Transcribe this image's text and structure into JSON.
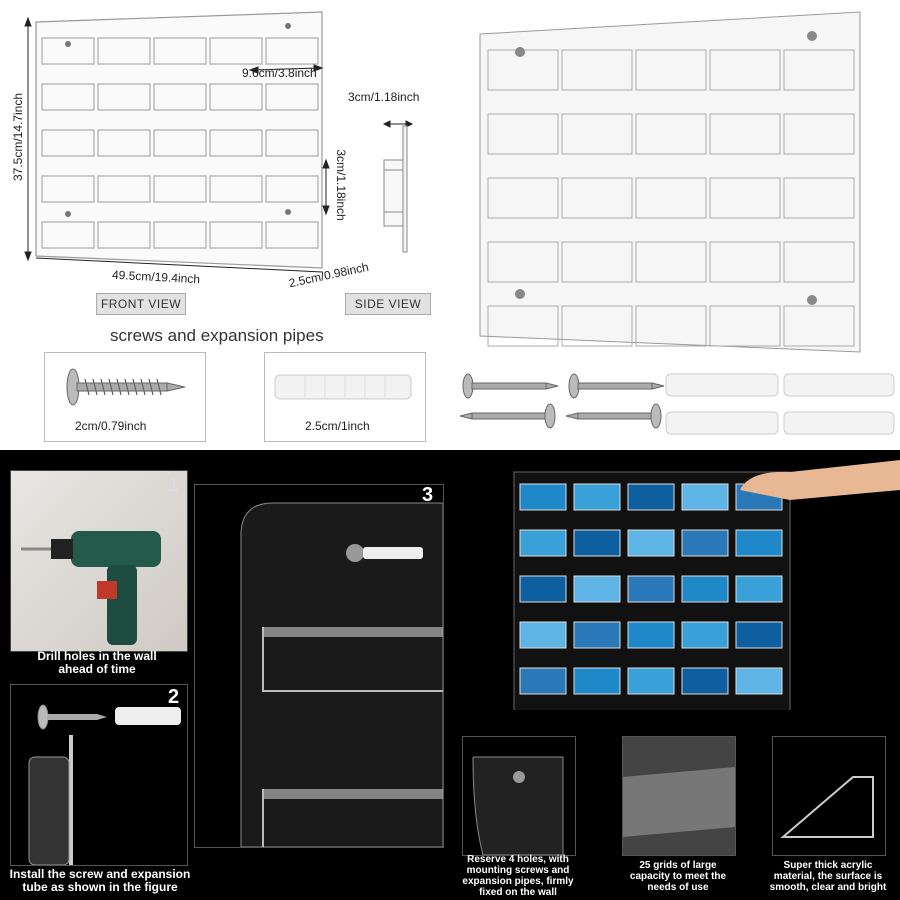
{
  "top_left": {
    "height_label": "37.5cm/14.7inch",
    "width_label": "49.5cm/19.4inch",
    "pocket_width_label": "9.6cm/3.8inch",
    "pocket_height_label": "3cm/1.18inch",
    "depth_label": "2.5cm/0.98inch",
    "side_depth_label": "3cm/1.18inch",
    "front_view_label": "FRONT VIEW",
    "side_view_label": "SIDE VIEW",
    "accessories_title": "screws and expansion pipes",
    "screw_label": "2cm/0.79inch",
    "pipe_label": "2.5cm/1inch"
  },
  "bottom_left": {
    "step1_num": "1",
    "step1_caption": "Drill holes in the wall ahead of time",
    "step2_num": "2",
    "step2_caption": "Install the screw and expansion tube as shown in the figure",
    "step3_num": "3"
  },
  "bottom_right": {
    "feature1": "Reserve 4 holes, with mounting screws and expansion pipes, firmly fixed on the wall",
    "feature2": "25 grids of large capacity to meet the needs of use",
    "feature3": "Super thick acrylic material, the surface is smooth, clear and bright"
  }
}
